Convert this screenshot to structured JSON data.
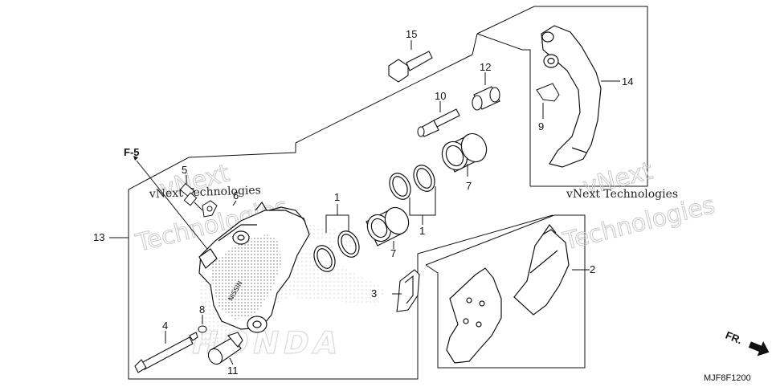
{
  "callouts": {
    "c1a": "1",
    "c1b": "1",
    "c2": "2",
    "c3": "3",
    "c4": "4",
    "c5": "5",
    "c6": "6",
    "c7a": "7",
    "c7b": "7",
    "c8": "8",
    "c9": "9",
    "c10": "10",
    "c11": "11",
    "c12": "12",
    "c13": "13",
    "c14": "14",
    "c15": "15"
  },
  "reference": "F-5",
  "direction": "FR.",
  "diagram_code": "MJF8F1200",
  "watermarks": {
    "left_large_1": "vNext",
    "left_large_2": "Technologies",
    "left_small": "vNext Technologies",
    "right_large_1": "vNext",
    "right_large_2": "Technologies",
    "right_small": "vNext Technologies"
  },
  "logo_text": "HONDA",
  "caliper_mark": "NISSIN"
}
